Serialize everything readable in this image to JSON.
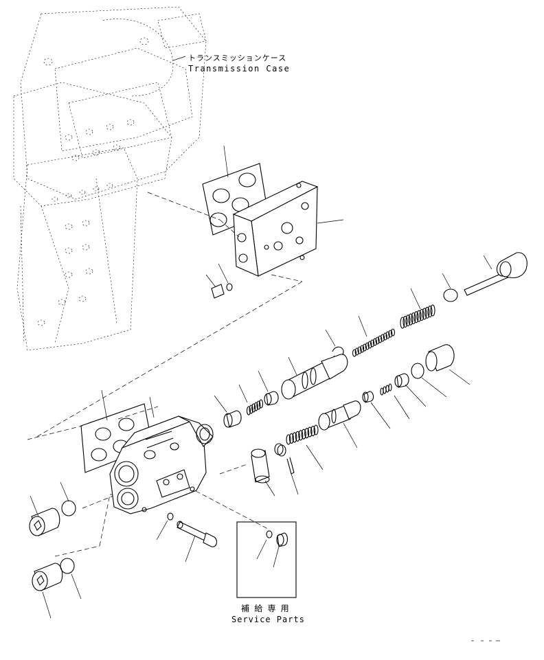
{
  "labels": {
    "transmission_case_jp": "トランスミッションケース",
    "transmission_case_en": "Transmission Case",
    "service_parts_jp": "補 給 専 用",
    "service_parts_en": "Service Parts"
  },
  "icons": {
    "housing": "valve-housing-icon",
    "cover_block": "valve-cover-block-icon",
    "spool": "valve-spool-icon",
    "spring": "coil-spring-icon",
    "plug": "plug-icon",
    "o_ring": "o-ring-icon",
    "bolt": "bolt-icon"
  },
  "colors": {
    "ink": "#000000",
    "paper": "#ffffff"
  }
}
